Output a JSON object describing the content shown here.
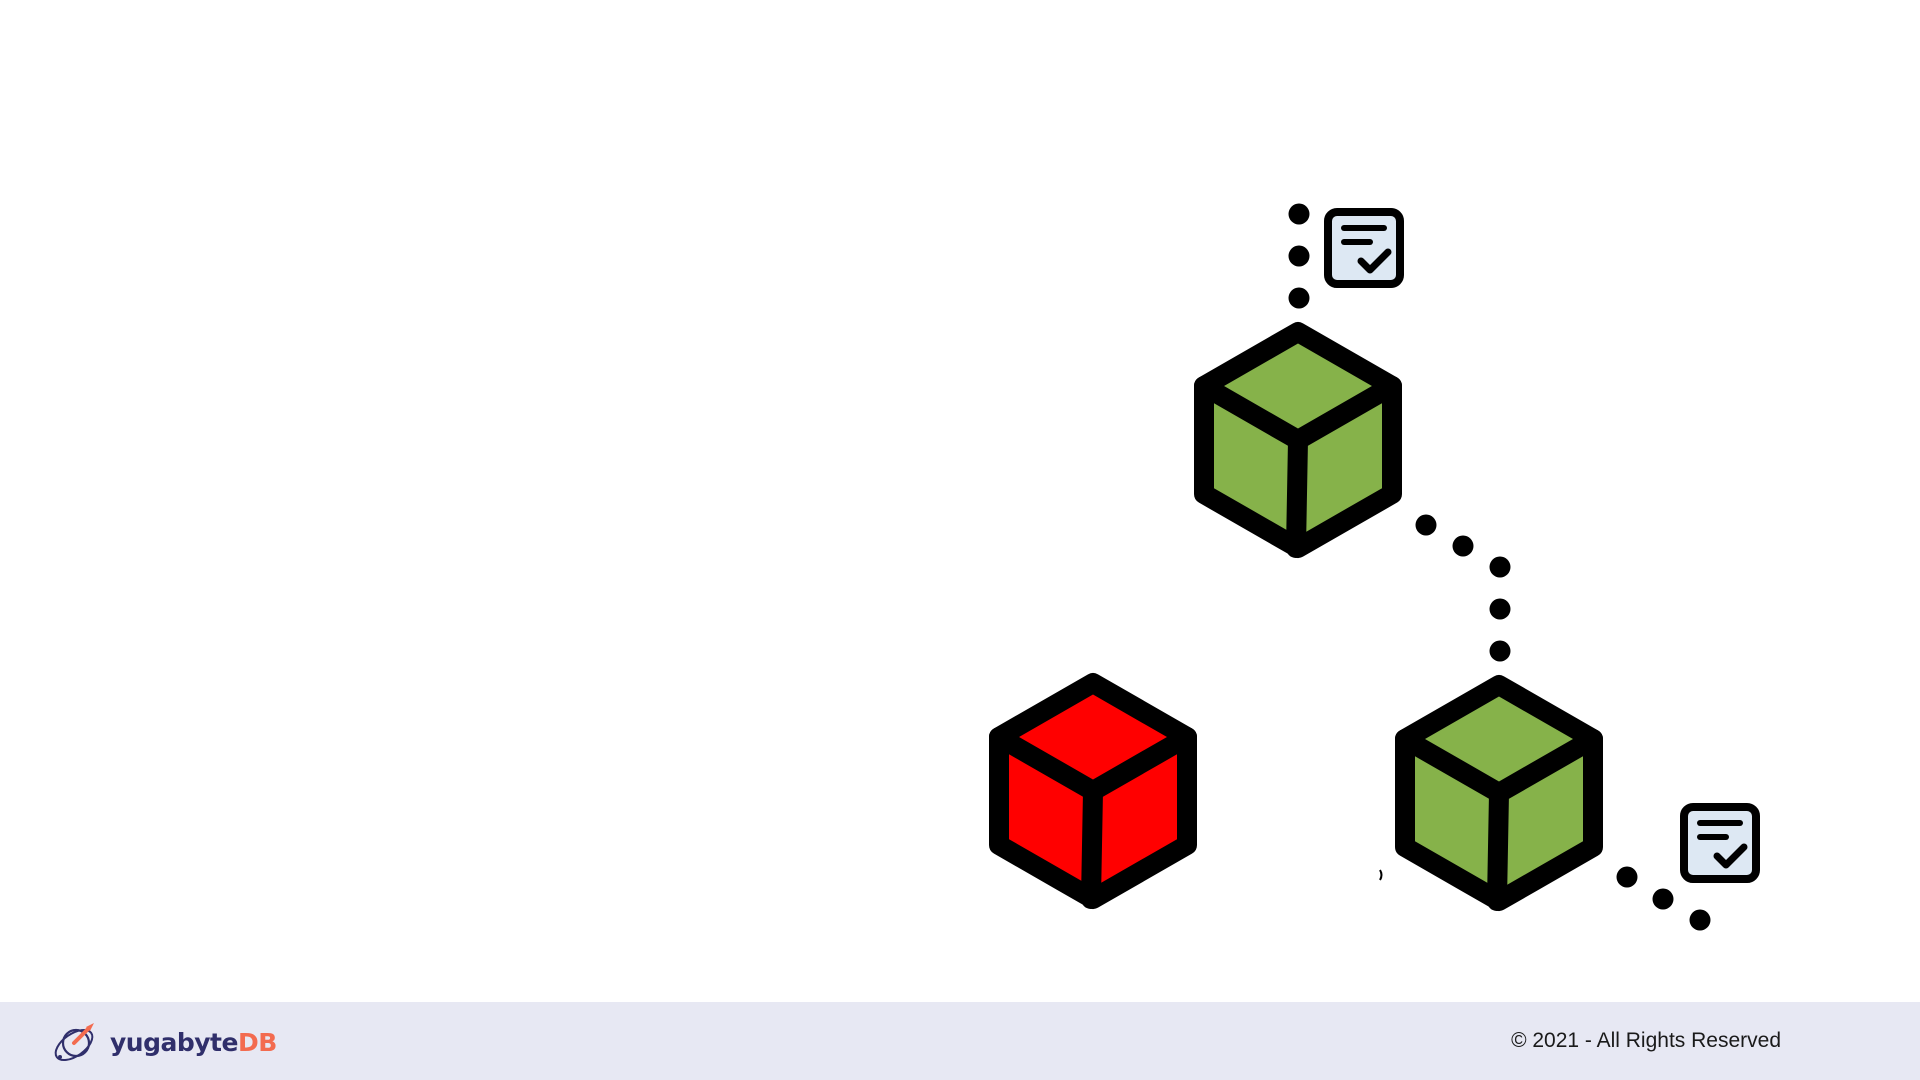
{
  "diagram": {
    "nodes": [
      {
        "id": "node-top",
        "status": "healthy",
        "color": "#86b24a",
        "has_checklist": true
      },
      {
        "id": "node-right",
        "status": "healthy",
        "color": "#86b24a",
        "has_checklist": true
      },
      {
        "id": "node-left",
        "status": "failed",
        "color": "#ff0000",
        "has_checklist": false
      }
    ],
    "icons": {
      "checklist": "checklist-icon",
      "cube": "cube-icon"
    },
    "colors": {
      "outline": "#000000",
      "checklist_fill": "#dde8f3",
      "dot": "#000000"
    }
  },
  "footer": {
    "brand_main": "yugabyte",
    "brand_accent": "DB",
    "brand_main_color": "#302f6b",
    "brand_accent_color": "#f36b4f",
    "background": "#e7e8f3",
    "copyright": "© 2021 - All Rights Reserved"
  }
}
